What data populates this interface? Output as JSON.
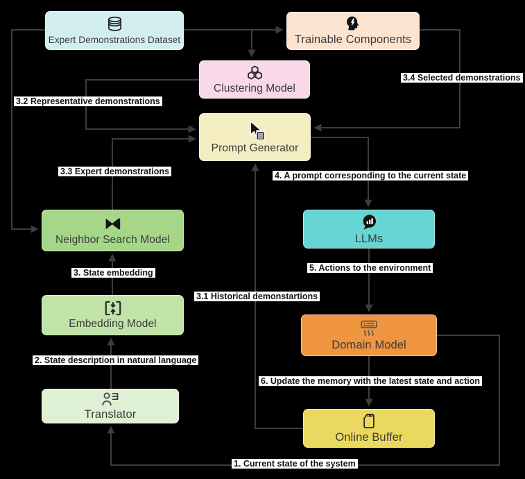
{
  "diagram": {
    "background_color": "#000000",
    "edge_color": "#3d3d3d",
    "edge_label_bg": "#ffffff",
    "edge_label_color": "#141414",
    "nodes": {
      "dataset": {
        "label": "Expert Demonstrations Dataset",
        "color": "#d2eef0",
        "icon": "database-icon"
      },
      "trainable": {
        "label": "Trainable Components",
        "color": "#fce4d0",
        "icon": "ai-head-icon"
      },
      "clustering": {
        "label": "Clustering Model",
        "color": "#f8d8e9",
        "icon": "hexagon-cluster-icon"
      },
      "prompt": {
        "label": "Prompt Generator",
        "color": "#f4edc2",
        "icon": "cursor-list-icon"
      },
      "neighbor": {
        "label": "Neighbor Search Model",
        "color": "#a6d789",
        "icon": "nearest-neighbor-icon"
      },
      "llms": {
        "label": "LLMs",
        "color": "#68d5d5",
        "icon": "chat-stats-icon"
      },
      "embedding": {
        "label": "Embedding Model",
        "color": "#c1e3a8",
        "icon": "embed-brackets-icon"
      },
      "translator": {
        "label": "Translator",
        "color": "#def1d4",
        "icon": "person-card-icon"
      },
      "domain": {
        "label": "Domain Model",
        "color": "#f0953f",
        "icon": "air-conditioner-icon"
      },
      "buffer": {
        "label": "Online Buffer",
        "color": "#ebd95f",
        "icon": "sd-card-icon"
      }
    },
    "edge_labels": {
      "l1": "1. Current state of the system",
      "l2": "2. State description in natural language",
      "l3": "3. State embedding",
      "l31": "3.1 Historical demonstartions",
      "l32": "3.2 Representative demonstrations",
      "l33": "3.3 Expert demonstrations",
      "l34": "3.4 Selected demonstrations",
      "l4": "4. A prompt corresponding to the current state",
      "l5": "5. Actions to the environment",
      "l6": "6. Update the memory with the latest state and action"
    }
  }
}
